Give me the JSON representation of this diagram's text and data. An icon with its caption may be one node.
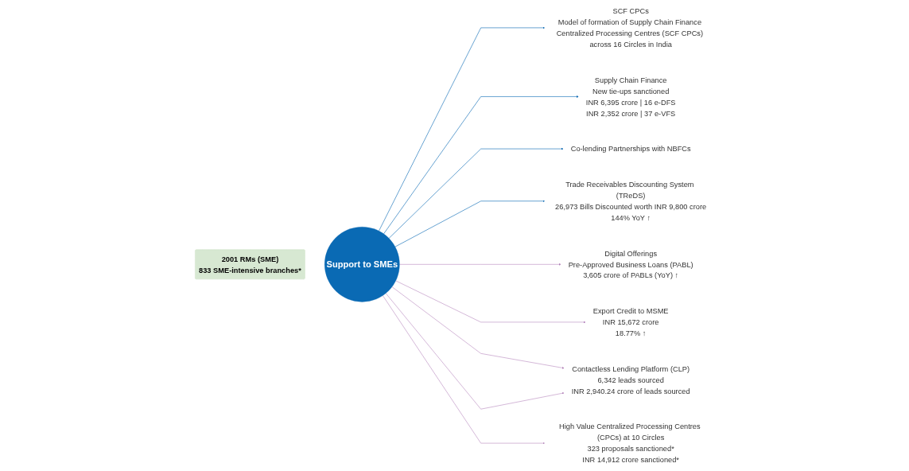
{
  "diagram": {
    "nodes": [
      {
        "text": [
          "Support to SMEs"
        ]
      },
      {
        "text": [
          "SCF CPCs",
          "Model of formation of Supply Chain Finance Centralized Processing Centres (SCF CPCs) across 16 Circles in India"
        ]
      },
      {
        "text": [
          "Supply Chain Finance",
          "New tie-ups sanctioned",
          "INR 6,395 crore | 16 e-DFS",
          "INR 2,352 crore | 37 e-VFS"
        ]
      },
      {
        "text": [
          "Co-lending Partnerships with NBFCs"
        ]
      },
      {
        "text": [
          "Trade Receivables Discounting System (TReDS)",
          "26,973 Bills Discounted worth INR 9,800 crore",
          "144% YoY ↑"
        ]
      },
      {
        "text": [
          "Digital Offerings",
          "Pre-Approved Business Loans (PABL)",
          "3,605 crore of PABLs (YoY) ↑"
        ]
      },
      {
        "text": [
          "Export Credit to MSME",
          "INR 15,672 crore",
          "18.77% ↑"
        ]
      },
      {
        "text": [
          "Contactless Lending Platform (CLP)",
          "6,342 leads sourced",
          "INR 2,940.24 crore of leads sourced"
        ]
      },
      {
        "text": [
          "High Value Centralized Processing Centres (CPCs) at 10 Circles",
          "323 proposals sanctioned*",
          "INR 14,912 crore sanctioned*"
        ]
      },
      {
        "text": [
          "2001 RMs (SME)",
          "833 SME-intensive branches*"
        ]
      }
    ],
    "edges": [
      {
        "from": 0,
        "to": 1,
        "arrow": "to",
        "color": "#0a6ab4"
      },
      {
        "from": 0,
        "to": 2,
        "arrow": "to",
        "color": "#0a6ab4"
      },
      {
        "from": 0,
        "to": 3,
        "arrow": "to",
        "color": "#0a6ab4"
      },
      {
        "from": 0,
        "to": 4,
        "arrow": "to",
        "color": "#0a6ab4"
      },
      {
        "from": 0,
        "to": 5,
        "arrow": "to"
      },
      {
        "from": 0,
        "to": 6,
        "arrow": "to"
      },
      {
        "from": 0,
        "to": 7,
        "arrow": "to"
      },
      {
        "from": 0,
        "to": 7,
        "arrow": "to"
      },
      {
        "from": 0,
        "to": 8,
        "arrow": "to"
      }
    ]
  }
}
